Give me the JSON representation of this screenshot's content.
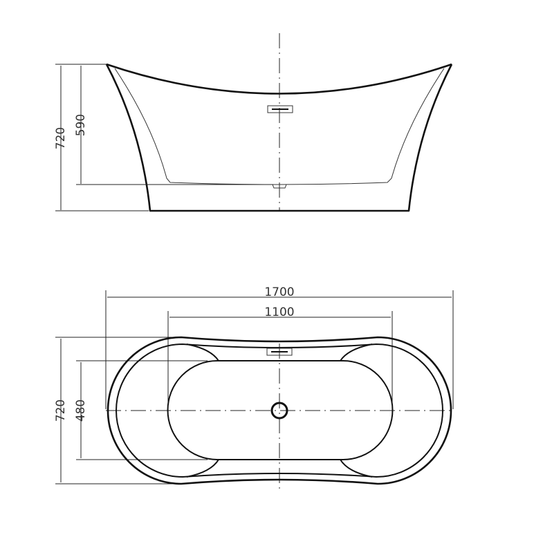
{
  "side_view": {
    "dimensions": {
      "overall_height": "720",
      "interior_depth": "590"
    }
  },
  "top_view": {
    "dimensions": {
      "overall_length": "1700",
      "interior_length": "1100",
      "overall_width": "720",
      "interior_width": "480"
    }
  },
  "colors": {
    "line": "#111111",
    "background": "#ffffff"
  }
}
